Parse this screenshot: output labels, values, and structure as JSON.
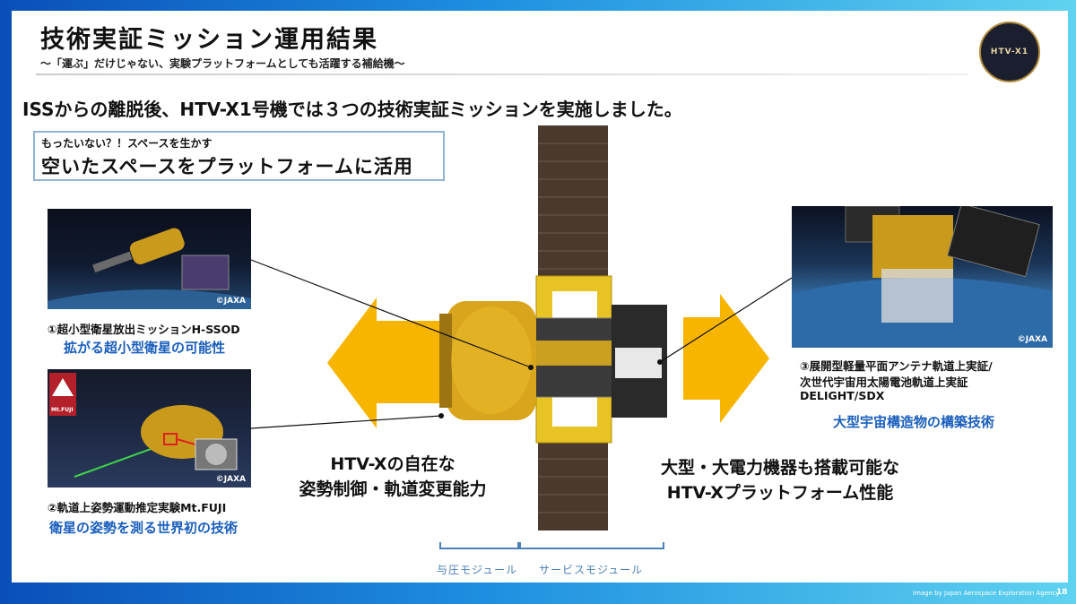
{
  "header": {
    "title": "技術実証ミッション運用結果",
    "subtitle": "～「運ぶ」だけじゃない、実験プラットフォームとしても活躍する補給機～",
    "logo_text": "HTV-X1"
  },
  "lead_text": "ISSからの離脱後、HTV-X1号機では３つの技術実証ミッションを実施しました。",
  "callout": {
    "small": "もったいない？！スペースを生かす",
    "main": "空いたスペースをプラットフォームに活用"
  },
  "missions": [
    {
      "caption": "①超小型衛星放出ミッションH-SSOD",
      "benefit": "拡がる超小型衛星の可能性",
      "credit": "©JAXA"
    },
    {
      "caption": "②軌道上姿勢運動推定実験Mt.FUJI",
      "benefit": "衛星の姿勢を測る世界初の技術",
      "credit": "©JAXA",
      "badge": "Mt.FUJI"
    },
    {
      "caption_line1": "③展開型軽量平面アンテナ軌道上実証/",
      "caption_line2": "次世代宇宙用太陽電池軌道上実証",
      "caption_line3": "DELIGHT/SDX",
      "benefit": "大型宇宙構造物の構築技術",
      "credit": "©JAXA"
    }
  ],
  "abilities": {
    "left_line1": "HTV-Xの自在な",
    "left_line2": "姿勢制御・軌道変更能力",
    "right_line1": "大型・大電力機器も搭載可能な",
    "right_line2": "HTV-Xプラットフォーム性能"
  },
  "modules": {
    "pressurized": "与圧モジュール",
    "service": "サービスモジュール"
  },
  "footer": {
    "image_credit": "Image by Japan Aerospace Exploration Agency",
    "page": "18"
  },
  "colors": {
    "arrow": "#f7b500",
    "accent_blue": "#1b5fbd",
    "gold": "#d4a21a"
  }
}
